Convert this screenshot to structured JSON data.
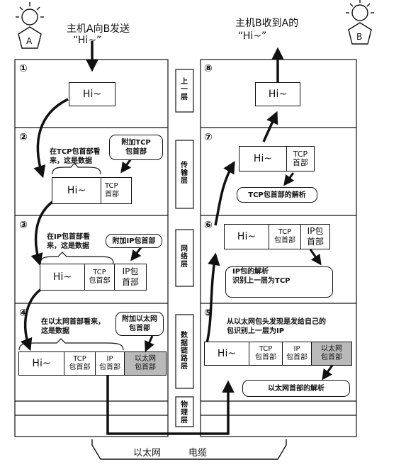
{
  "hosts": {
    "a": {
      "label": "A",
      "caption_line1": "主机A向B发送",
      "caption_line2": "“Hi~”"
    },
    "b": {
      "label": "B",
      "caption_line1": "主机B收到A的",
      "caption_line2": "“Hi~”"
    }
  },
  "layers": {
    "app": "上一层",
    "transport": "传输层",
    "network": "网络层",
    "link": "数据链路层",
    "physical": "物理层"
  },
  "steps": [
    "①",
    "②",
    "③",
    "④",
    "⑤",
    "⑥",
    "⑦",
    "⑧"
  ],
  "packet": {
    "data": "Hi~",
    "tcp_header": "TCP首部",
    "tcp_header_short": "TCP",
    "tcp_header_line2": "首部",
    "ip_header": "IP包首部",
    "ip_line1": "IP包",
    "ip_line2": "首部",
    "ip_short": "IP",
    "eth_header": "以太网包首部",
    "eth_line1": "以太网",
    "eth_line2": "包首部",
    "tcp_cell_line1": "TCP",
    "tcp_cell_line2": "包首部"
  },
  "notes": {
    "tcp_view_line1": "在TCP包首部看",
    "tcp_view_line2": "来，这是数据",
    "ip_view_line1": "在IP包首部看",
    "ip_view_line2": "来，这是数据",
    "eth_view_line1": "在以太网首部看来，",
    "eth_view_line2": "这是数据",
    "add_tcp_line1": "附加TCP",
    "add_tcp_line2": "包首部",
    "add_ip": "附加IP包首部",
    "add_eth_line1": "附加以太网",
    "add_eth_line2": "包首部",
    "eth_discover_line1": "从以太网包头发现是发给自己的",
    "eth_discover_line2": "包识别上一层为IP",
    "ip_parse_line1": "IP包的解析",
    "ip_parse_line2": "识别上一层为TCP",
    "tcp_parse": "TCP包首部的解析",
    "eth_parse": "以太网首部的解析"
  },
  "cable": {
    "left": "以太网",
    "right": "电缆"
  }
}
